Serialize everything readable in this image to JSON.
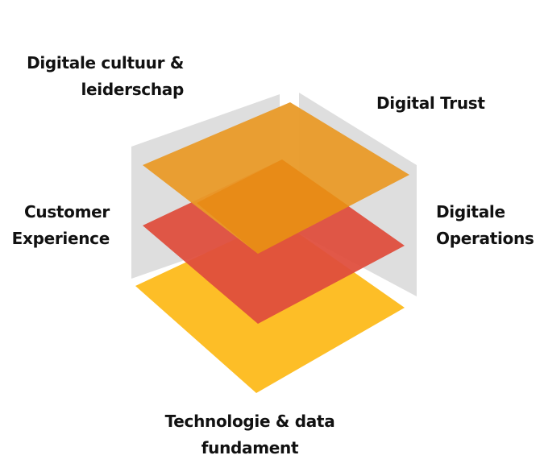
{
  "diagram": {
    "type": "layered-3d-planes",
    "labels": {
      "top_left": {
        "line1": "Digitale cultuur &",
        "line2": "leiderschap"
      },
      "top_right": {
        "line1": "Digital Trust"
      },
      "mid_left": {
        "line1": "Customer",
        "line2": "Experience"
      },
      "mid_right": {
        "line1": "Digitale",
        "line2": "Operations"
      },
      "bottom": {
        "line1": "Technologie & data",
        "line2": "fundament"
      }
    },
    "layers": [
      {
        "name": "top-plane",
        "color": "#E99A28"
      },
      {
        "name": "middle-plane",
        "color": "#DF4E3D"
      },
      {
        "name": "bottom-plane",
        "color": "#FDBE27"
      }
    ],
    "walls": {
      "color": "#DDDDDD"
    }
  }
}
